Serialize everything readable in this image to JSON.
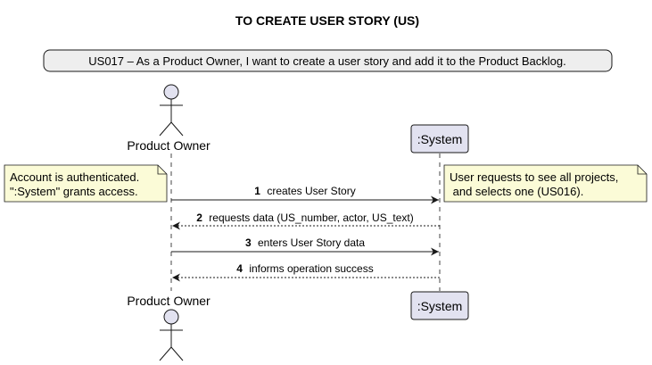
{
  "diagram": {
    "title": "TO CREATE USER STORY (US)",
    "banner": "US017 – As a Product Owner, I want to create a user story and add it to the Product Backlog.",
    "participants": {
      "actor": {
        "label": "Product Owner"
      },
      "system": {
        "label": ":System"
      }
    },
    "notes": {
      "left": [
        "Account is authenticated.",
        "\":System\" grants access."
      ],
      "right": [
        "User requests to see all projects,",
        " and selects one (US016)."
      ]
    },
    "messages": [
      {
        "num": "1",
        "text": "creates User Story",
        "direction": "right",
        "style": "solid"
      },
      {
        "num": "2",
        "text": "requests data (US_number, actor, US_text)",
        "direction": "left",
        "style": "dashed"
      },
      {
        "num": "3",
        "text": "enters User Story data",
        "direction": "right",
        "style": "solid"
      },
      {
        "num": "4",
        "text": "informs operation success",
        "direction": "left",
        "style": "dashed"
      }
    ],
    "colors": {
      "participant_fill": "#e2e2f0",
      "participant_border": "#181818",
      "note_fill": "#fbfbd7",
      "banner_fill": "#eeeeee",
      "lifeline": "#181818",
      "arrow": "#181818"
    }
  }
}
